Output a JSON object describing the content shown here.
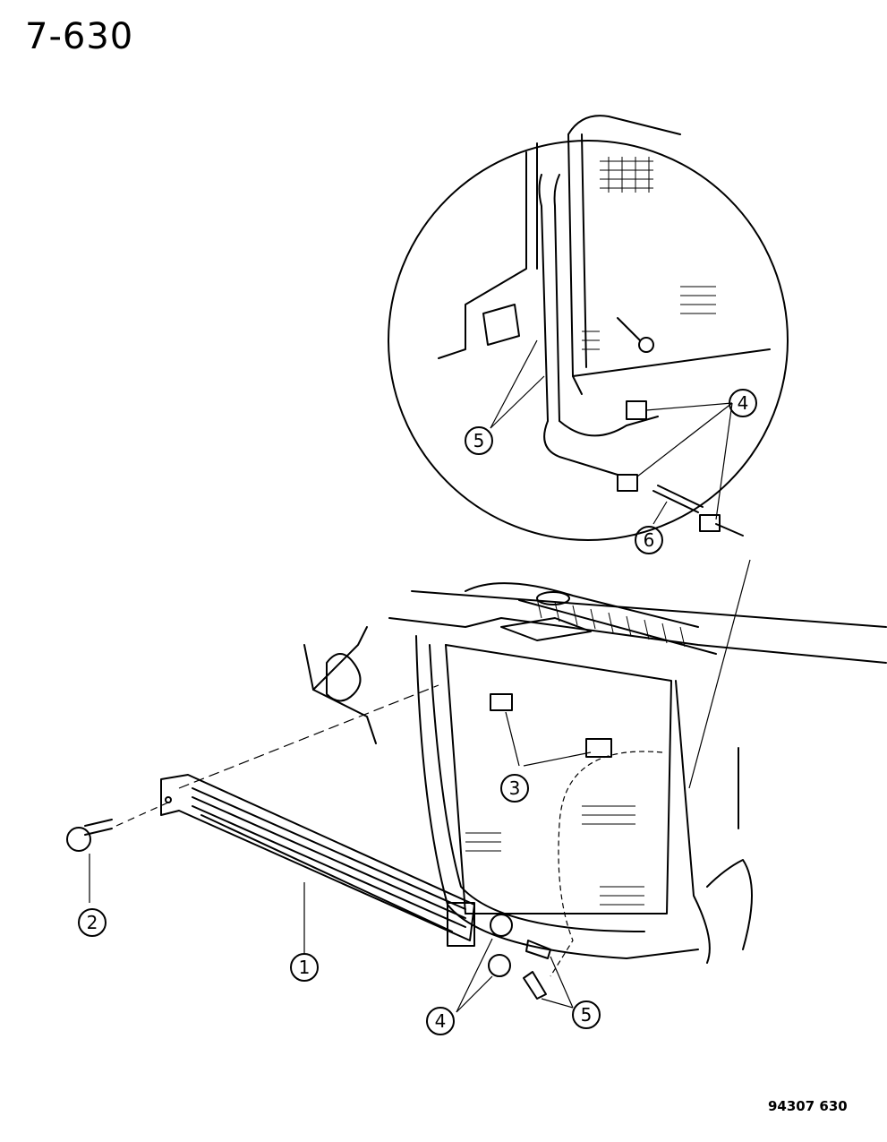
{
  "page": {
    "code": "7-630",
    "drawing_number": "94307  630"
  },
  "callouts": {
    "c1": "1",
    "c2": "2",
    "c3": "3",
    "c4_bottom": "4",
    "c5_bottom": "5",
    "c4_detail": "4",
    "c5_detail": "5",
    "c6_detail": "6"
  }
}
